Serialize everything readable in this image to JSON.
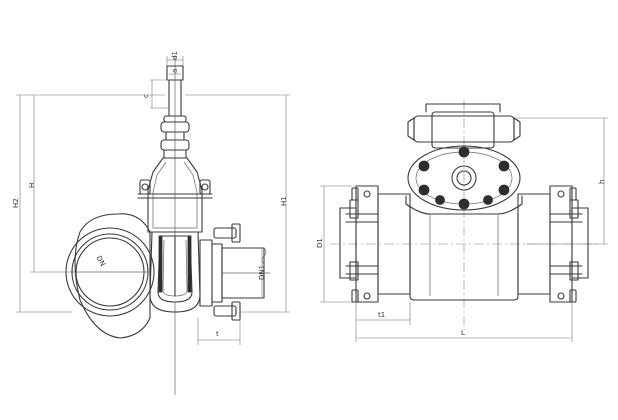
{
  "side_view": {
    "labels": {
      "d1": "d1",
      "a": "a",
      "c": "c",
      "H2": "H2",
      "H": "H",
      "H1": "H1",
      "DN": "DN",
      "DN1": "DN1",
      "t": "t"
    }
  },
  "top_view": {
    "labels": {
      "D1": "D1",
      "h": "h",
      "t1": "t1",
      "L": "L"
    }
  }
}
